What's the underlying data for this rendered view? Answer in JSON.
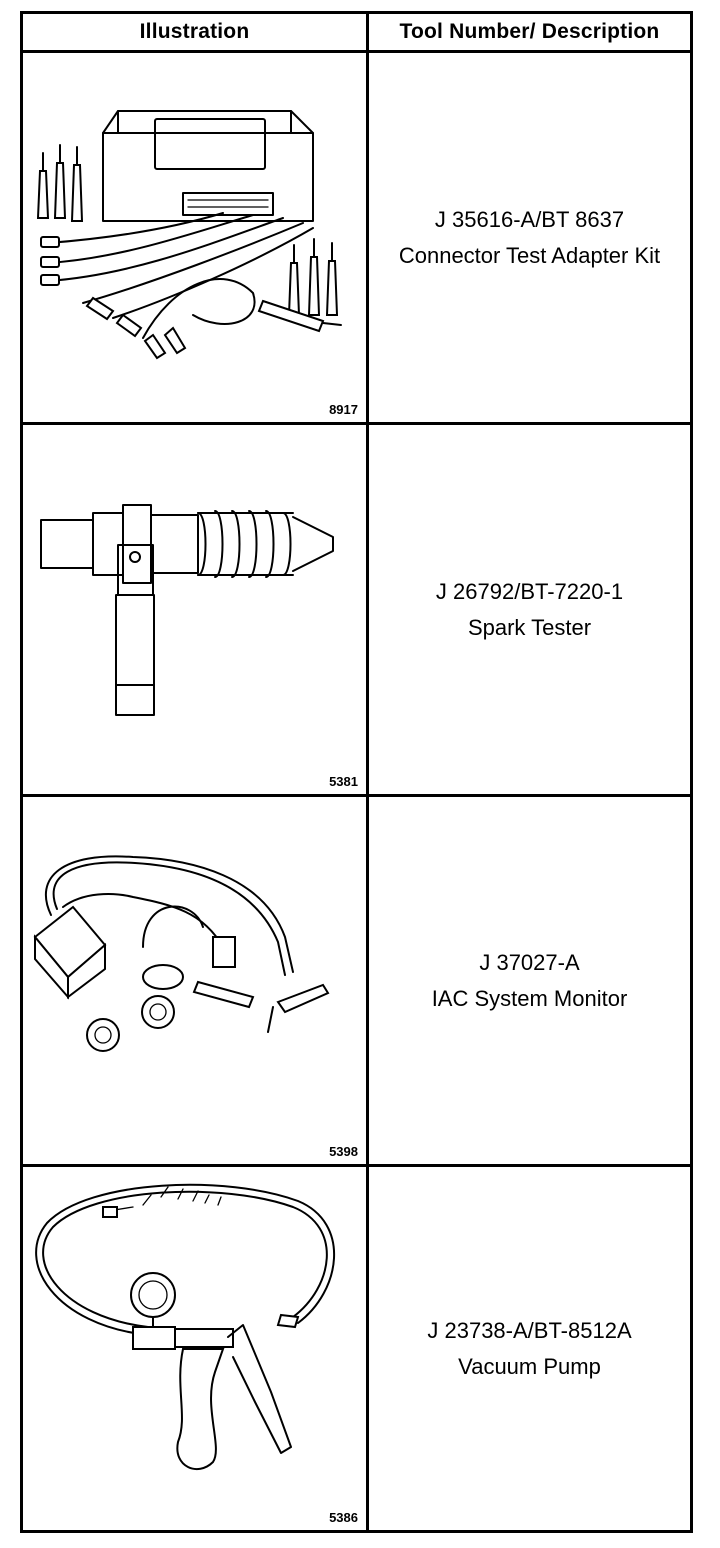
{
  "header": {
    "illustration": "Illustration",
    "description": "Tool Number/ Description"
  },
  "rows": [
    {
      "figure": "8917",
      "tool_number": "J 35616-A/BT 8637",
      "description": "Connector Test Adapter Kit"
    },
    {
      "figure": "5381",
      "tool_number": "J 26792/BT-7220-1",
      "description": "Spark Tester"
    },
    {
      "figure": "5398",
      "tool_number": "J 37027-A",
      "description": "IAC System Monitor"
    },
    {
      "figure": "5386",
      "tool_number": "J 23738-A/BT-8512A",
      "description": "Vacuum Pump"
    }
  ],
  "icons": [
    "adapter-kit-icon",
    "spark-tester-icon",
    "iac-monitor-icon",
    "vacuum-pump-icon"
  ]
}
